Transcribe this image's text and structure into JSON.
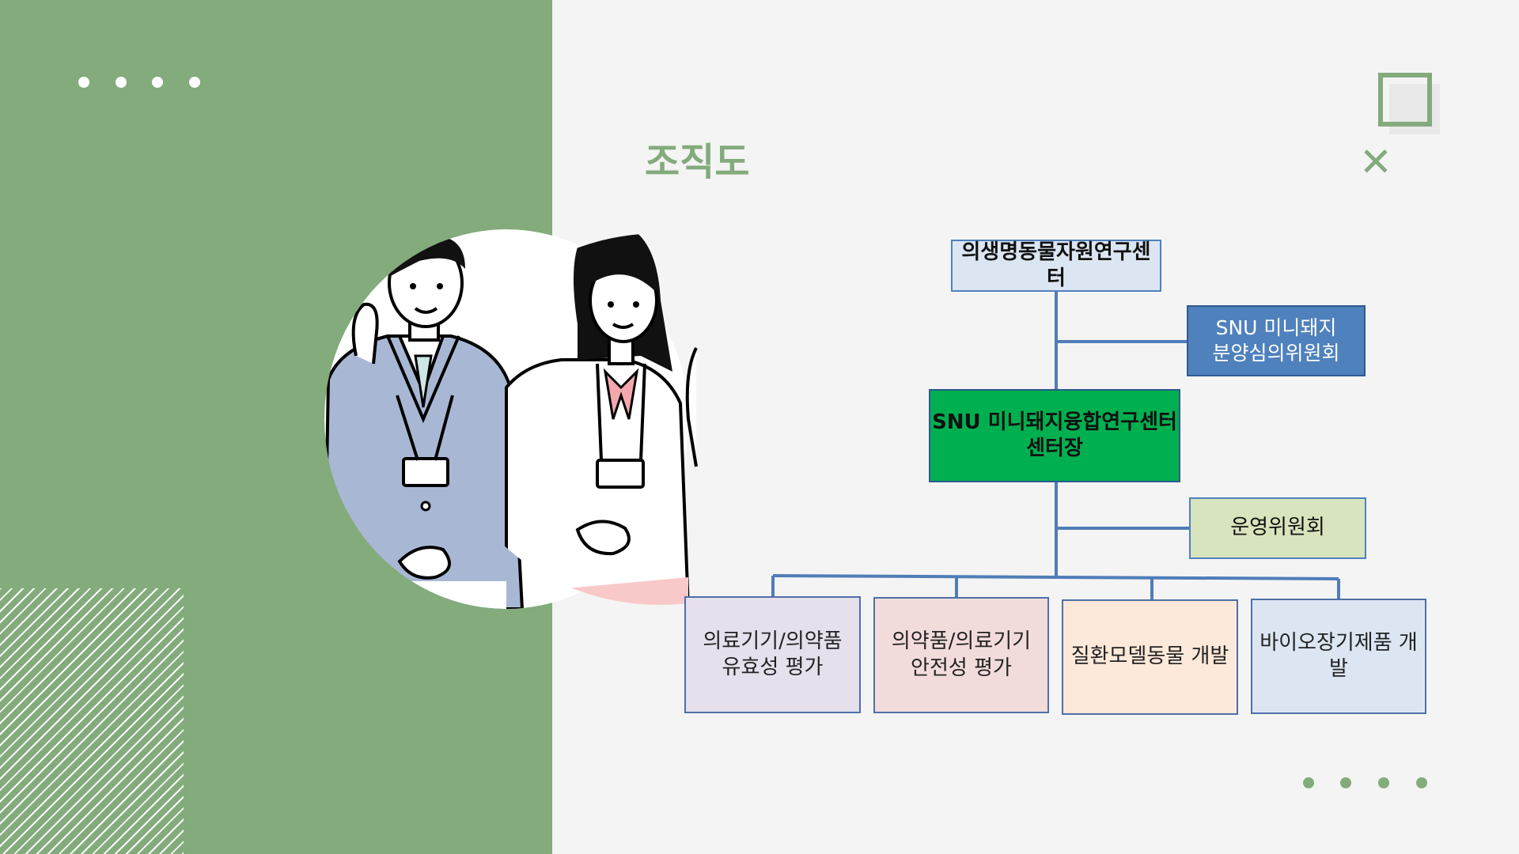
{
  "page": {
    "title": "조직도"
  },
  "colors": {
    "accent": "#83ab7c",
    "line": "#4f7db8",
    "green_box": "#00b050",
    "blue_box": "#4f81bd"
  },
  "org_chart": {
    "root": "의생명동물자원연구센터",
    "committee_1": "SNU 미니돼지\n분양심의위원회",
    "center_head": "SNU 미니돼지융합연구센터\n센터장",
    "committee_2": "운영위원회",
    "departments": [
      "의료기기/의약품\n유효성 평가",
      "의약품/의료기기\n안전성 평가",
      "질환모델동물 개발",
      "바이오장기제품 개발"
    ]
  }
}
